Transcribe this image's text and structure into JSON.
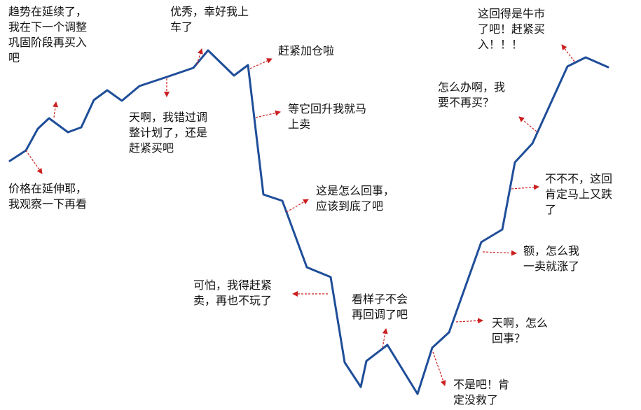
{
  "colors": {
    "price_line": "#1f4e99",
    "arrow": "#cc1f1f",
    "text": "#111111",
    "background": "#ffffff"
  },
  "annotations": [
    {
      "id": "a1",
      "text": "价格在延伸耶，\n我观察一下再看"
    },
    {
      "id": "a2",
      "text": "趋势在延续了，\n我在下一个调整\n巩固阶段再买入\n吧"
    },
    {
      "id": "a3",
      "text": "天啊，我错过调\n整计划了，还是\n赶紧买吧"
    },
    {
      "id": "a4",
      "text": "优秀，幸好我上\n车了"
    },
    {
      "id": "a5",
      "text": "赶紧加仓啦"
    },
    {
      "id": "a6",
      "text": "等它回升我就马\n上卖"
    },
    {
      "id": "a7",
      "text": "这是怎么回事，\n应该到底了吧"
    },
    {
      "id": "a8",
      "text": "可怕，我得赶紧\n卖，再也不玩了"
    },
    {
      "id": "a9",
      "text": "看样子不会\n再回调了吧"
    },
    {
      "id": "a10",
      "text": "不是吧！肯\n定没救了"
    },
    {
      "id": "a11",
      "text": "天啊，怎么\n回事？"
    },
    {
      "id": "a12",
      "text": "额，怎么我\n一卖就涨了"
    },
    {
      "id": "a13",
      "text": "不不不，这回\n肯定马上又跌\n了"
    },
    {
      "id": "a14",
      "text": "怎么办啊，我\n要不再买？"
    },
    {
      "id": "a15",
      "text": "这回得是牛市\n了吧！赶紧买\n入！！！"
    }
  ]
}
